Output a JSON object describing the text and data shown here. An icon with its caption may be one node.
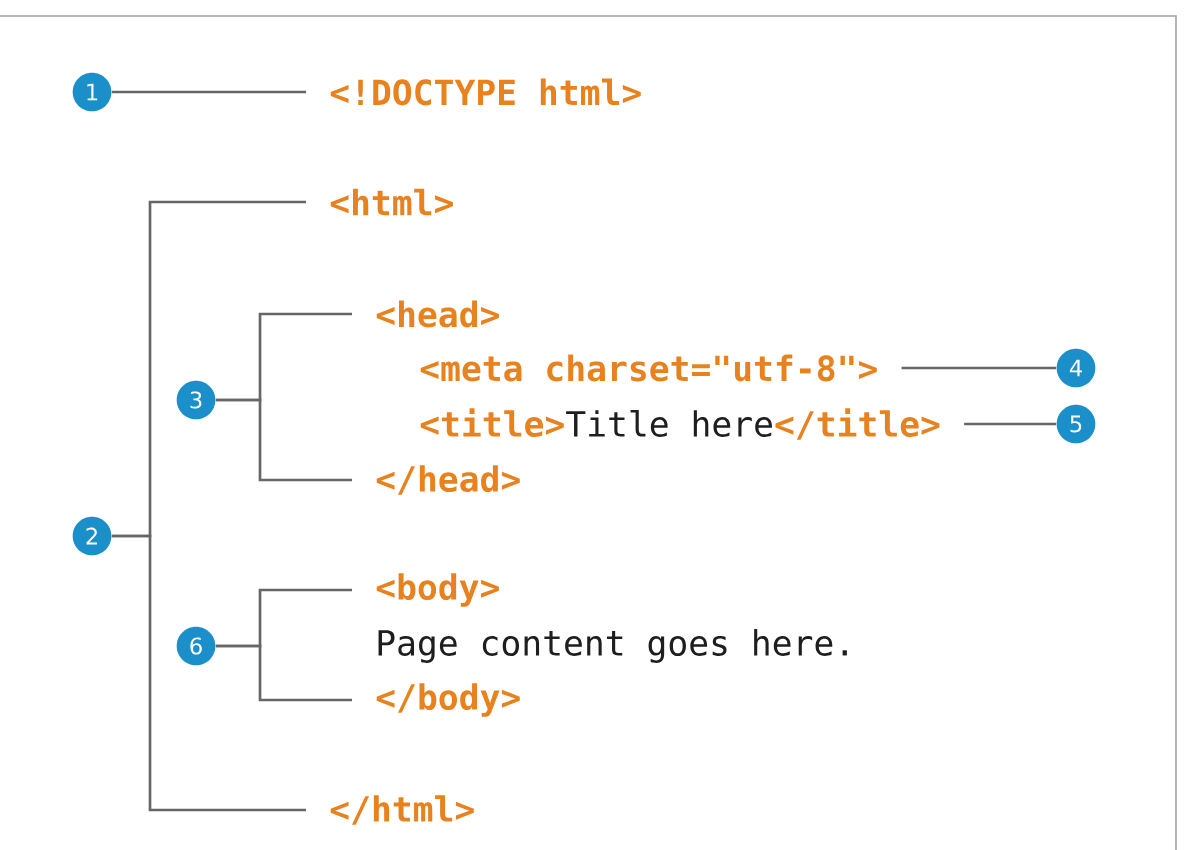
{
  "diagram": {
    "nodes": [
      {
        "text": [
          "1"
        ]
      },
      {
        "text": [
          "<!DOCTYPE html>"
        ]
      },
      {
        "text": [
          "<html>"
        ]
      },
      {
        "text": [
          "<head>"
        ]
      },
      {
        "text": [
          "3"
        ]
      },
      {
        "text": [
          "<meta charset=\"utf-8\">"
        ]
      },
      {
        "text": [
          "4"
        ]
      },
      {
        "text": [
          "<title>",
          "Title here",
          "</title>"
        ]
      },
      {
        "text": [
          "5"
        ]
      },
      {
        "text": [
          "</head>"
        ]
      },
      {
        "text": [
          "2"
        ]
      },
      {
        "text": [
          "<body>"
        ]
      },
      {
        "text": [
          "6"
        ]
      },
      {
        "text": [
          "</body>"
        ]
      },
      {
        "text": [
          "</html>"
        ]
      }
    ],
    "edges": [
      {
        "from": 0,
        "to": 1,
        "arrow": "none"
      },
      {
        "from": 10,
        "to": 2,
        "arrow": "none"
      },
      {
        "from": 10,
        "to": 14,
        "arrow": "none"
      },
      {
        "from": 4,
        "to": 3,
        "arrow": "none"
      },
      {
        "from": 4,
        "to": 9,
        "arrow": "none"
      },
      {
        "from": 6,
        "to": 5,
        "arrow": "none"
      },
      {
        "from": 8,
        "to": 7,
        "arrow": "none"
      },
      {
        "from": 12,
        "to": 11,
        "arrow": "none"
      },
      {
        "from": 12,
        "to": 13,
        "arrow": "none"
      }
    ],
    "labels": [
      "Page content goes here."
    ]
  }
}
